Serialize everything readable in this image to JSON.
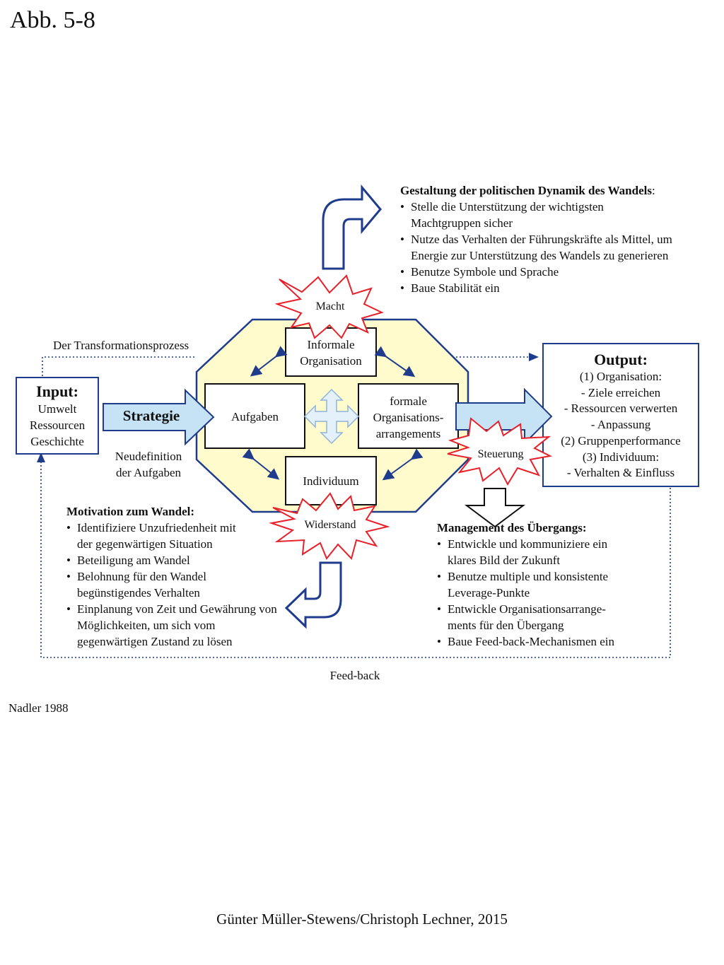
{
  "figure_label": "Abb. 5-8",
  "source": "Nadler 1988",
  "credit": "Günter Müller-Stewens/Christoph Lechner, 2015",
  "colors": {
    "navy": "#1f3c8c",
    "octagon_fill": "#fffbcc",
    "octagon_stroke": "#1f3c8c",
    "arrow_fill": "#c6e3f5",
    "burst_stroke": "#e8202a",
    "dotted": "#1f3c8c"
  },
  "diagram": {
    "process_label": "Der Transformationsprozess",
    "feedback_label": "Feed-back",
    "input": {
      "title": "Input:",
      "lines": [
        "Umwelt",
        "Ressourcen",
        "Geschichte"
      ]
    },
    "strategy": "Strategie",
    "redefinition": [
      "Neudefinition",
      "der Aufgaben"
    ],
    "components": {
      "informal": [
        "Informale",
        "Organisation"
      ],
      "tasks": "Aufgaben",
      "formal": [
        "formale",
        "Organisations-",
        "arrangements"
      ],
      "individual": "Individuum"
    },
    "bursts": {
      "power": "Macht",
      "control": "Steuerung",
      "resistance": "Widerstand"
    },
    "output": {
      "title": "Output:",
      "lines": [
        "(1) Organisation:",
        "- Ziele erreichen",
        "- Ressourcen verwerten",
        "- Anpassung",
        "(2) Gruppenperformance",
        "(3) Individuum:",
        "- Verhalten & Einfluss"
      ]
    },
    "politics": {
      "title": "Gestaltung der politischen Dynamik des Wandels",
      "title_suffix": ":",
      "items": [
        "Stelle die Unterstützung der wichtigsten Machtgruppen sicher",
        "Nutze das Verhalten der Führungskräfte als Mittel, um Energie zur Unterstützung des Wandels zu generieren",
        "Benutze Symbole und Sprache",
        "Baue Stabilität ein"
      ]
    },
    "motivation": {
      "title": "Motivation zum Wandel:",
      "items": [
        "Identifiziere Unzufriedenheit mit der gegenwärtigen Situation",
        "Beteiligung am Wandel",
        "Belohnung für den Wandel begünstigendes Verhalten",
        "Einplanung von Zeit und Gewährung von Möglichkeiten, um sich vom gegenwärtigen Zustand zu lösen"
      ]
    },
    "transition": {
      "title": "Management des Übergangs:",
      "items": [
        "Entwickle und kommuniziere ein klares Bild der Zukunft",
        "Benutze multiple und konsistente Leverage-Punkte",
        "Entwickle Organisationsarrange-ments für den Übergang",
        "Baue Feed-back-Mechanismen ein"
      ]
    }
  }
}
